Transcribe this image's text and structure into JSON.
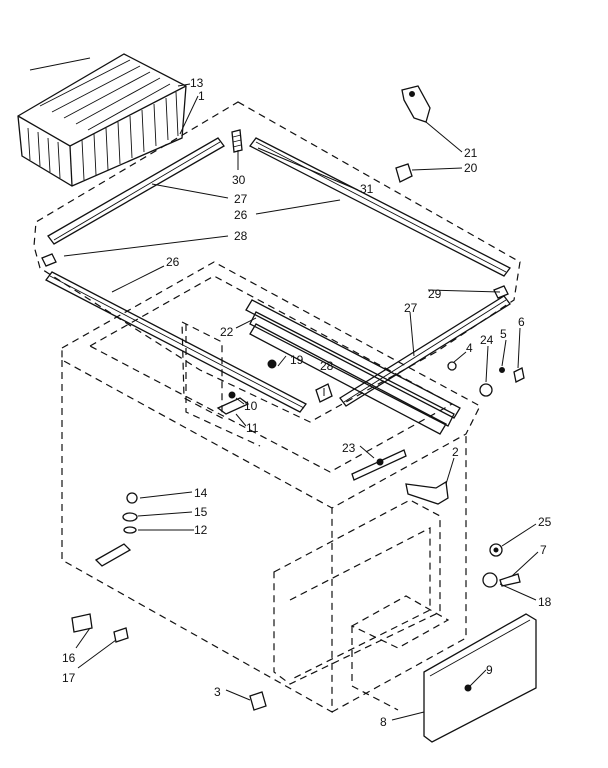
{
  "callouts": {
    "c1": "1",
    "c2": "2",
    "c3": "3",
    "c4": "4",
    "c5": "5",
    "c6": "6",
    "c7": "7",
    "c8": "8",
    "c9": "9",
    "c10": "10",
    "c11": "11",
    "c12": "12",
    "c13": "13",
    "c14": "14",
    "c15": "15",
    "c16": "16",
    "c17": "17",
    "c18": "18",
    "c19": "19",
    "c20": "20",
    "c21": "21",
    "c22": "22",
    "c23": "23",
    "c24": "24",
    "c25": "25",
    "c26a": "26",
    "c26b": "26",
    "c27a": "27",
    "c27b": "27",
    "c28a": "28",
    "c28b": "28",
    "c29": "29",
    "c30": "30",
    "c31": "31"
  }
}
